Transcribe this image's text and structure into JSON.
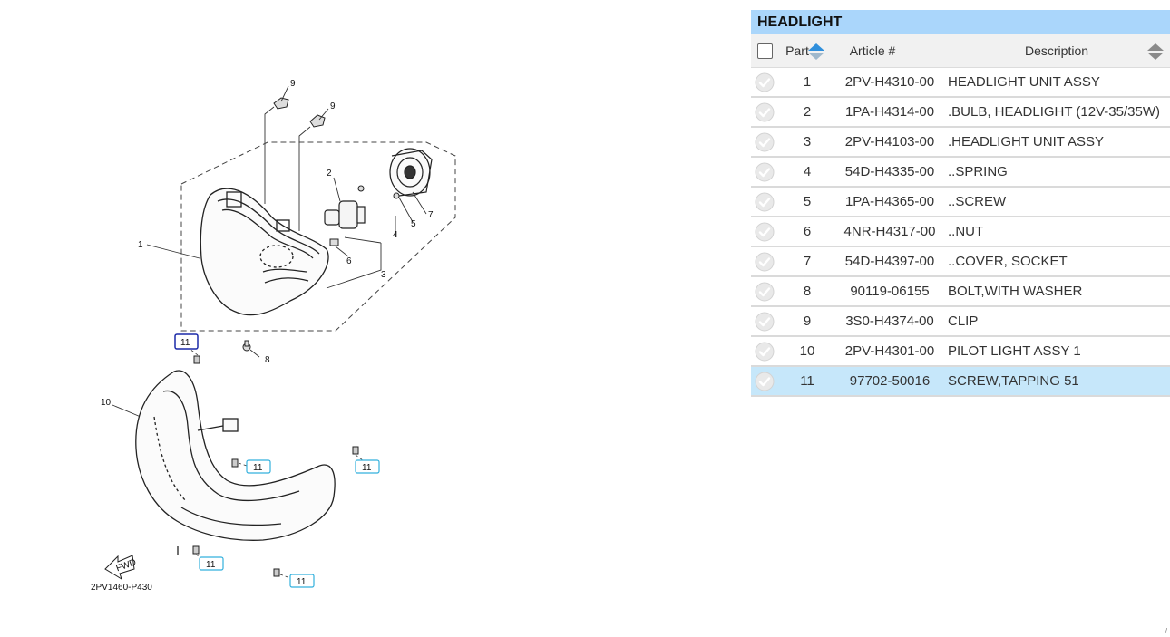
{
  "diagram": {
    "code": "2PV1460-P430",
    "fwd_label": "FWD",
    "part_numbers": [
      "1",
      "2",
      "3",
      "4",
      "5",
      "6",
      "7",
      "8",
      "9",
      "9",
      "10"
    ],
    "callouts": [
      "11",
      "11",
      "11",
      "11",
      "11"
    ],
    "highlighted_callout": "11"
  },
  "panel": {
    "title": "HEADLIGHT",
    "columns": {
      "part": "Part",
      "article": "Article #",
      "description": "Description"
    },
    "rows": [
      {
        "part": "1",
        "article": "2PV-H4310-00",
        "description": "HEADLIGHT UNIT ASSY"
      },
      {
        "part": "2",
        "article": "1PA-H4314-00",
        "description": ".BULB, HEADLIGHT (12V-35/35W)"
      },
      {
        "part": "3",
        "article": "2PV-H4103-00",
        "description": ".HEADLIGHT UNIT ASSY"
      },
      {
        "part": "4",
        "article": "54D-H4335-00",
        "description": "..SPRING"
      },
      {
        "part": "5",
        "article": "1PA-H4365-00",
        "description": "..SCREW"
      },
      {
        "part": "6",
        "article": "4NR-H4317-00",
        "description": "..NUT"
      },
      {
        "part": "7",
        "article": "54D-H4397-00",
        "description": "..COVER, SOCKET"
      },
      {
        "part": "8",
        "article": "90119-06155",
        "description": "BOLT,WITH WASHER"
      },
      {
        "part": "9",
        "article": "3S0-H4374-00",
        "description": "CLIP"
      },
      {
        "part": "10",
        "article": "2PV-H4301-00",
        "description": "PILOT LIGHT ASSY 1"
      },
      {
        "part": "11",
        "article": "97702-50016",
        "description": "SCREW,TAPPING 51"
      }
    ],
    "selected_part": "11"
  },
  "colors": {
    "header_bg": "#aad6fb",
    "selected_row": "#c6e7fa",
    "callout_border": "#33b0dd",
    "highlight_callout_border": "#1c2aa8",
    "sort_active": "#2f8fdc"
  },
  "icons": {
    "row_check": "check-circle-icon",
    "sort": "sort-arrows-icon"
  }
}
